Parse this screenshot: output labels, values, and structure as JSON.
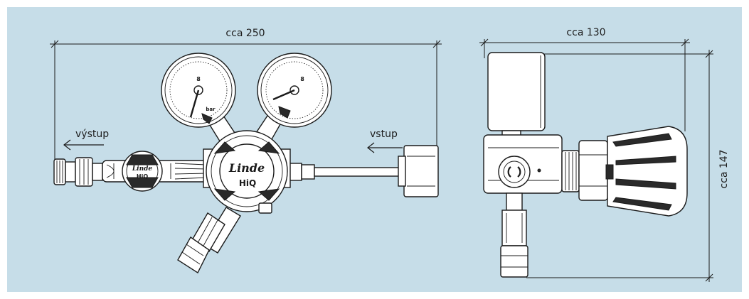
{
  "colors": {
    "background": "#c6dde8",
    "frame": "#ffffff",
    "ink": "#1a1a1a"
  },
  "front_view": {
    "width_label": "cca 250",
    "outlet_label": "výstup",
    "inlet_label": "vstup",
    "brand_logo": "Linde",
    "product_logo": "HiQ",
    "gauge_scale_mark": "8",
    "gauge_unit_mark": "bar"
  },
  "side_view": {
    "width_label": "cca 130",
    "height_label": "cca 147"
  }
}
